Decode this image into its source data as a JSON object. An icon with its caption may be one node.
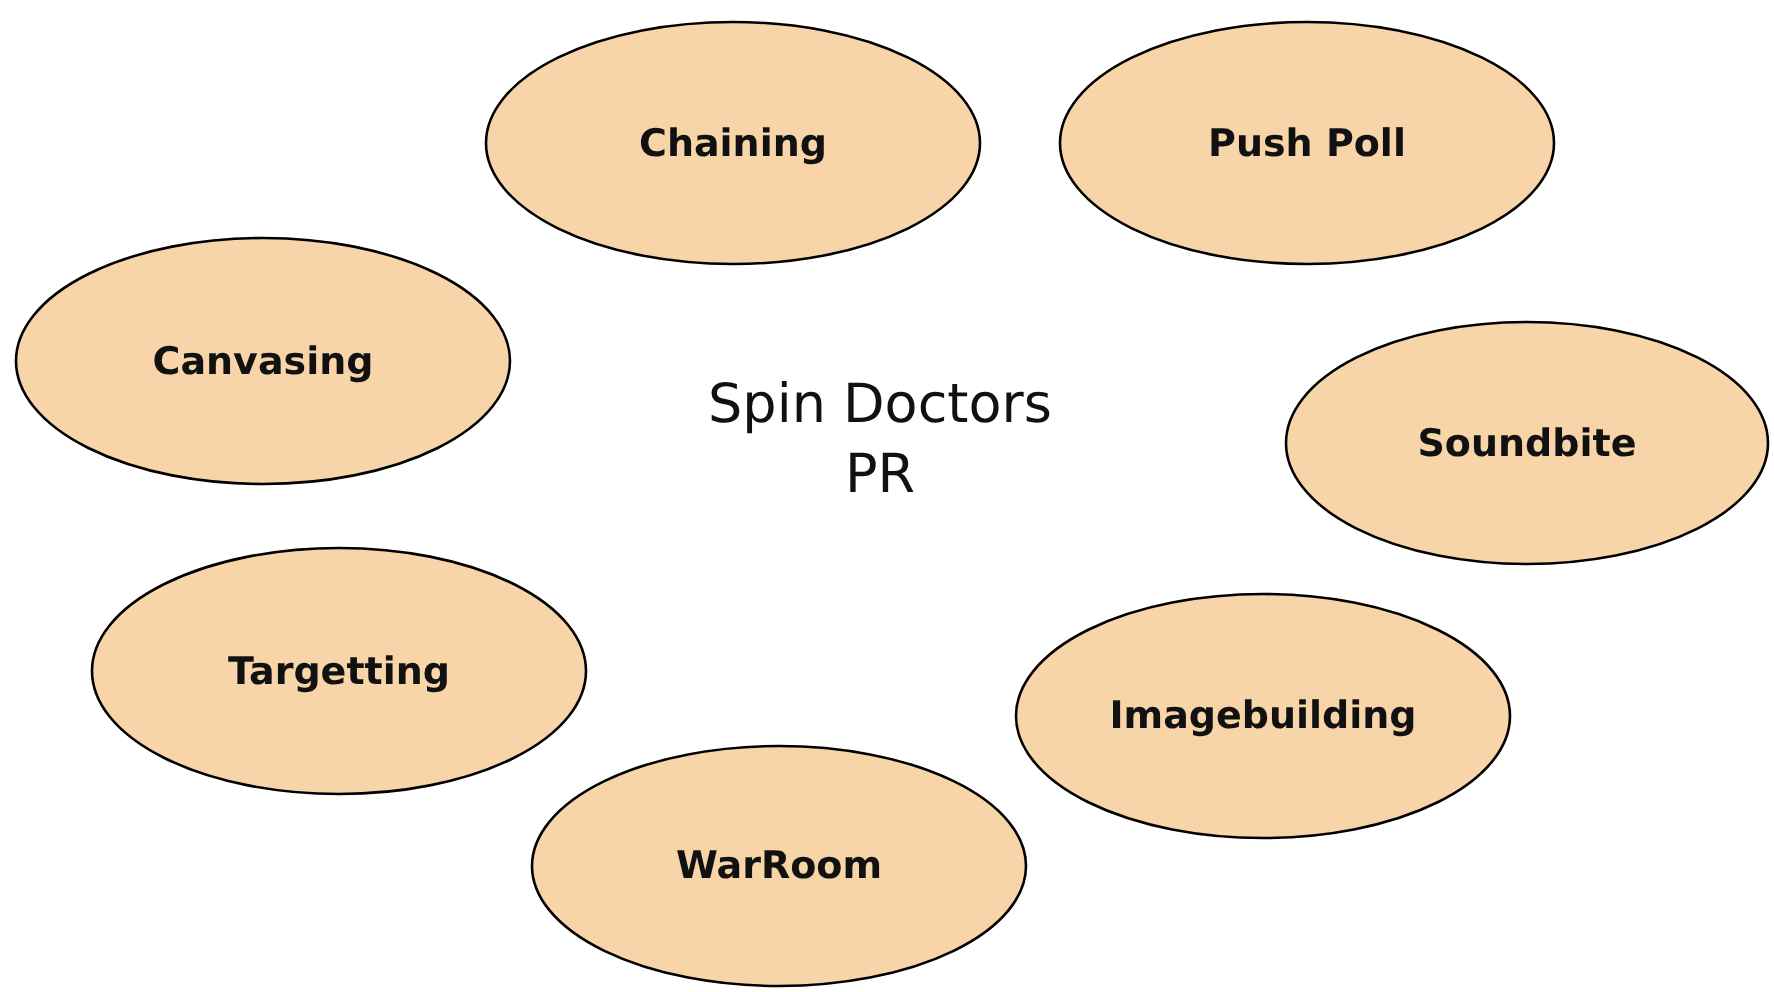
{
  "diagram": {
    "nodes": [
      {
        "text": [
          "Chaining"
        ]
      },
      {
        "text": [
          "Push Poll"
        ]
      },
      {
        "text": [
          "Canvasing"
        ]
      },
      {
        "text": [
          "Soundbite"
        ]
      },
      {
        "text": [
          "Targetting"
        ]
      },
      {
        "text": [
          "Imagebuilding"
        ]
      },
      {
        "text": [
          "WarRoom"
        ]
      }
    ],
    "labels": [
      "Spin Doctors PR"
    ]
  }
}
